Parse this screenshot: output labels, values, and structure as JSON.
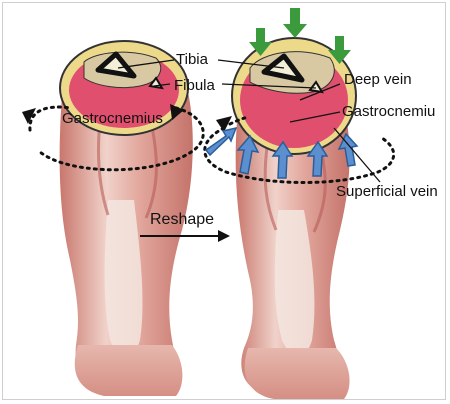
{
  "labels": {
    "tibia": "Tibia",
    "fibula": "Fibula",
    "gastrocnemius_left": "Gastrocnemius",
    "deep_vein": "Deep vein",
    "gastrocnemius_right": "Gastrocnemiu",
    "superficial_vein": "Superficial vein",
    "reshape": "Reshape"
  },
  "colors": {
    "skin_fill": "#ecd98a",
    "skin_stroke": "#333333",
    "muscle": "#e0506e",
    "bone_fill": "#d9c9a3",
    "tibia_marrow": "#6b5a3a",
    "leg_base": "#d79086",
    "leg_light": "#f1dcd5",
    "tendon": "#f3ebe4",
    "compress_arrow": "#3a9a3c",
    "expand_arrow": "#5b8fd0",
    "expand_arrow_stroke": "#2b5e99"
  }
}
